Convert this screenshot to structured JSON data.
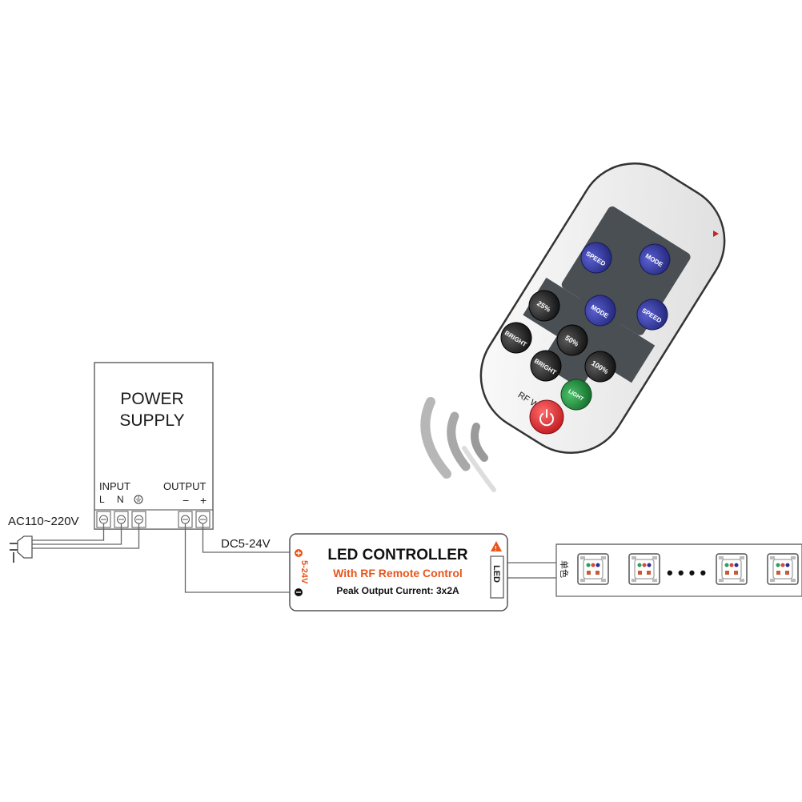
{
  "power_supply": {
    "title_line1": "POWER",
    "title_line2": "SUPPLY",
    "input_label": "INPUT",
    "output_label": "OUTPUT",
    "terminal_L": "L",
    "terminal_N": "N",
    "terminal_minus": "−",
    "terminal_plus": "+"
  },
  "labels": {
    "ac_input": "AC110~220V",
    "dc_output": "DC5-24V"
  },
  "controller": {
    "title": "LED CONTROLLER",
    "subtitle": "With RF Remote Control",
    "spec": "Peak Output Current: 3x2A",
    "voltage": "5-24V",
    "led_port": "LED"
  },
  "remote": {
    "brand": "RF Wireless",
    "buttons": {
      "speed_plus": "SPEED",
      "mode_minus": "MODE",
      "mode_plus": "MODE",
      "speed_minus": "SPEED",
      "b25": "25%",
      "b50": "50%",
      "b100": "100%",
      "bright_minus": "BRIGHT",
      "bright_plus": "BRIGHT",
      "light": "LIGHT"
    }
  },
  "strip": {
    "label": "单色",
    "dots": "• • • •"
  },
  "colors": {
    "line": "#555555",
    "orange": "#e8561c",
    "remote_body": "#f2f2f2",
    "cross_panel": "#4a4f53",
    "blue_button": "#2b2f8f",
    "black_button": "#1e1e1e",
    "green_button": "#1f8a3a",
    "red_button": "#d9262b"
  }
}
